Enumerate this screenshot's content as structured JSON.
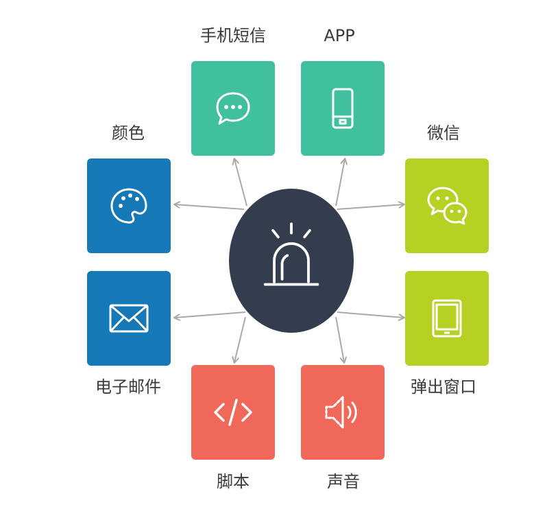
{
  "hub": {
    "icon": "alarm-beacon-icon",
    "color": "#333d4e"
  },
  "arrow_color": "#a9a9a9",
  "channels": [
    {
      "id": "sms",
      "label": "手机短信",
      "icon": "chat-bubble-icon",
      "color": "#41c0a0"
    },
    {
      "id": "app",
      "label": "APP",
      "icon": "mobile-phone-icon",
      "color": "#41c0a0"
    },
    {
      "id": "wechat",
      "label": "微信",
      "icon": "wechat-icon",
      "color": "#b7d024"
    },
    {
      "id": "popup",
      "label": "弹出窗口",
      "icon": "tablet-icon",
      "color": "#b7d024"
    },
    {
      "id": "sound",
      "label": "声音",
      "icon": "speaker-icon",
      "color": "#ef685a"
    },
    {
      "id": "script",
      "label": "脚本",
      "icon": "code-icon",
      "color": "#ef685a"
    },
    {
      "id": "email",
      "label": "电子邮件",
      "icon": "envelope-icon",
      "color": "#1479b6"
    },
    {
      "id": "color",
      "label": "颜色",
      "icon": "palette-icon",
      "color": "#1479b6"
    }
  ]
}
